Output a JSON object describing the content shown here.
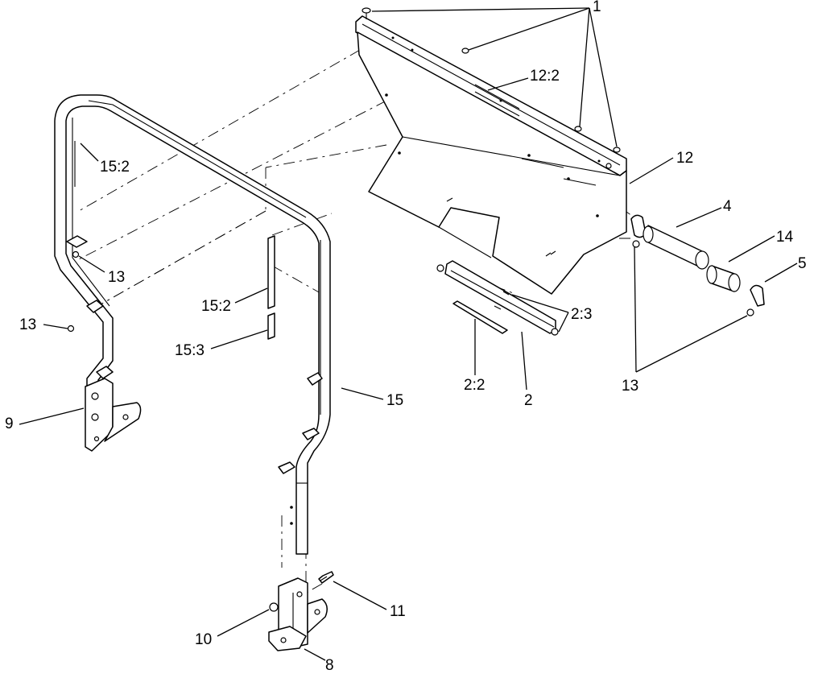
{
  "callouts": {
    "c1": "1",
    "c12_2": "12:2",
    "c12": "12",
    "c4": "4",
    "c14": "14",
    "c5": "5",
    "c13_right": "13",
    "c2_3": "2:3",
    "c2_2": "2:2",
    "c2": "2",
    "c15_2_top": "15:2",
    "c13_upper": "13",
    "c13_left": "13",
    "c15_2_mid": "15:2",
    "c15_3": "15:3",
    "c15": "15",
    "c9": "9",
    "c11": "11",
    "c10": "10",
    "c8": "8"
  }
}
